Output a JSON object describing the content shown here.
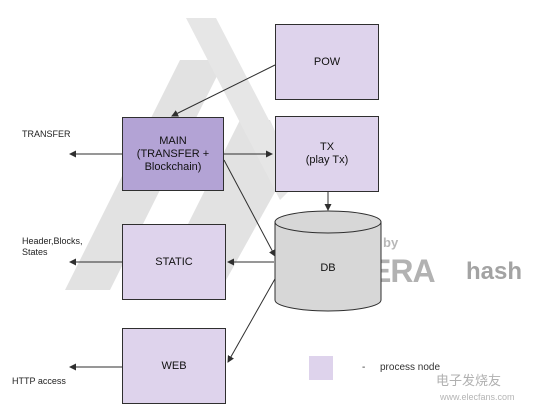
{
  "nodes": {
    "pow": "POW",
    "main_line1": "MAIN",
    "main_line2": "(TRANSFER +",
    "main_line3": "Blockchain)",
    "tx_line1": "TX",
    "tx_line2": "(play Tx)",
    "static": "STATIC",
    "db": "DB",
    "web": "WEB"
  },
  "external": {
    "transfer": "TRANSFER",
    "header_line1": "Header,Blocks,",
    "header_line2": "States",
    "http": "HTTP access"
  },
  "legend": {
    "dash": "-",
    "label": "process node"
  },
  "watermark": {
    "by": "by",
    "brand": "ERA",
    "hash": "hash",
    "bottom": "电子发烧友",
    "url": "www.elecfans.com"
  },
  "colors": {
    "node_fill": "#ded3ec",
    "main_fill": "#b3a3d5",
    "db_fill": "#d7d7d7",
    "line": "#2f2f2f",
    "watermark": "#d9d9d9"
  }
}
